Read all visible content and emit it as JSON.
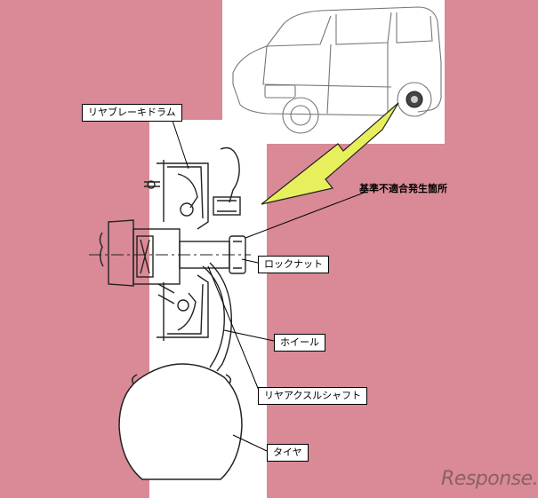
{
  "colors": {
    "background_pink": "#d98a96",
    "panel_white": "#ffffff",
    "arrow_yellow": "#e8ef5c",
    "line_black": "#000000"
  },
  "labels": {
    "rear_brake_drum": "リヤブレーキドラム",
    "defect_location": "基準不適合発生箇所",
    "lock_nut": "ロックナット",
    "wheel": "ホイール",
    "rear_axle_shaft": "リヤアクスルシャフト",
    "tire": "タイヤ"
  },
  "watermark": {
    "text": "Response."
  }
}
